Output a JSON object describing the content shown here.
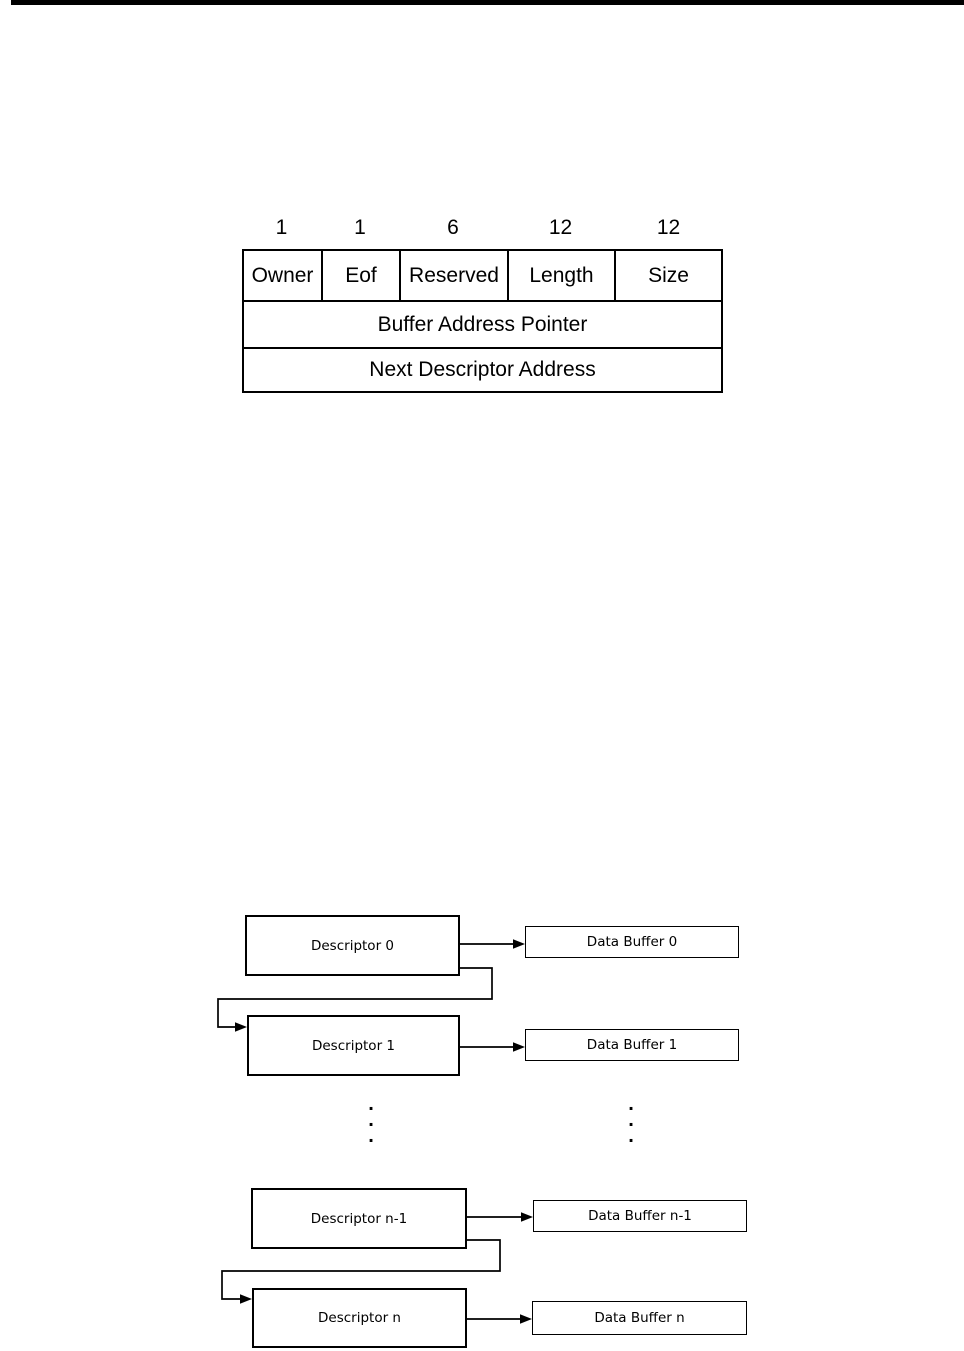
{
  "document": {
    "table": {
      "bit_widths": [
        "1",
        "1",
        "6",
        "12",
        "12"
      ],
      "fields": [
        "Owner",
        "Eof",
        "Reserved",
        "Length",
        "Size"
      ],
      "span_rows": [
        "Buffer Address Pointer",
        "Next Descriptor Address"
      ]
    },
    "diagram": {
      "descriptors": [
        "Descriptor 0",
        "Descriptor 1",
        "Descriptor n-1",
        "Descriptor n"
      ],
      "buffers": [
        "Data Buffer 0",
        "Data Buffer 1",
        "Data Buffer n-1",
        "Data Buffer n"
      ],
      "dot": "."
    },
    "colors": {
      "line": "#000000",
      "page_background": "#ffffff",
      "top_bar": "#000000"
    }
  }
}
